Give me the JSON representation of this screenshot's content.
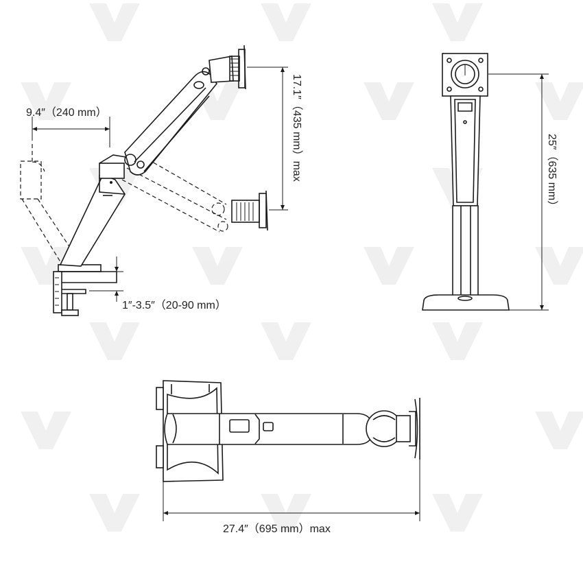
{
  "diagram": {
    "labels": {
      "offset": "9.4″（240 mm）",
      "height_range": "17.1″（435 mm）max",
      "clamp_range": "1″-3.5″（20-90 mm）",
      "pole_height": "25″（635 mm）",
      "extension": "27.4″（695 mm）max"
    },
    "colors": {
      "line": "#1a1a1a",
      "watermark": "#e9e9e9",
      "background": "#ffffff"
    }
  }
}
